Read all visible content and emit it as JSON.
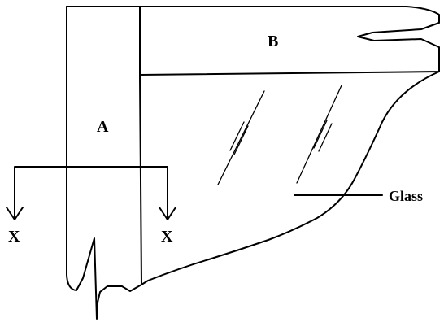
{
  "labels": {
    "member_a": "A",
    "member_b": "B",
    "section_left": "X",
    "section_right": "X",
    "glass": "Glass"
  }
}
